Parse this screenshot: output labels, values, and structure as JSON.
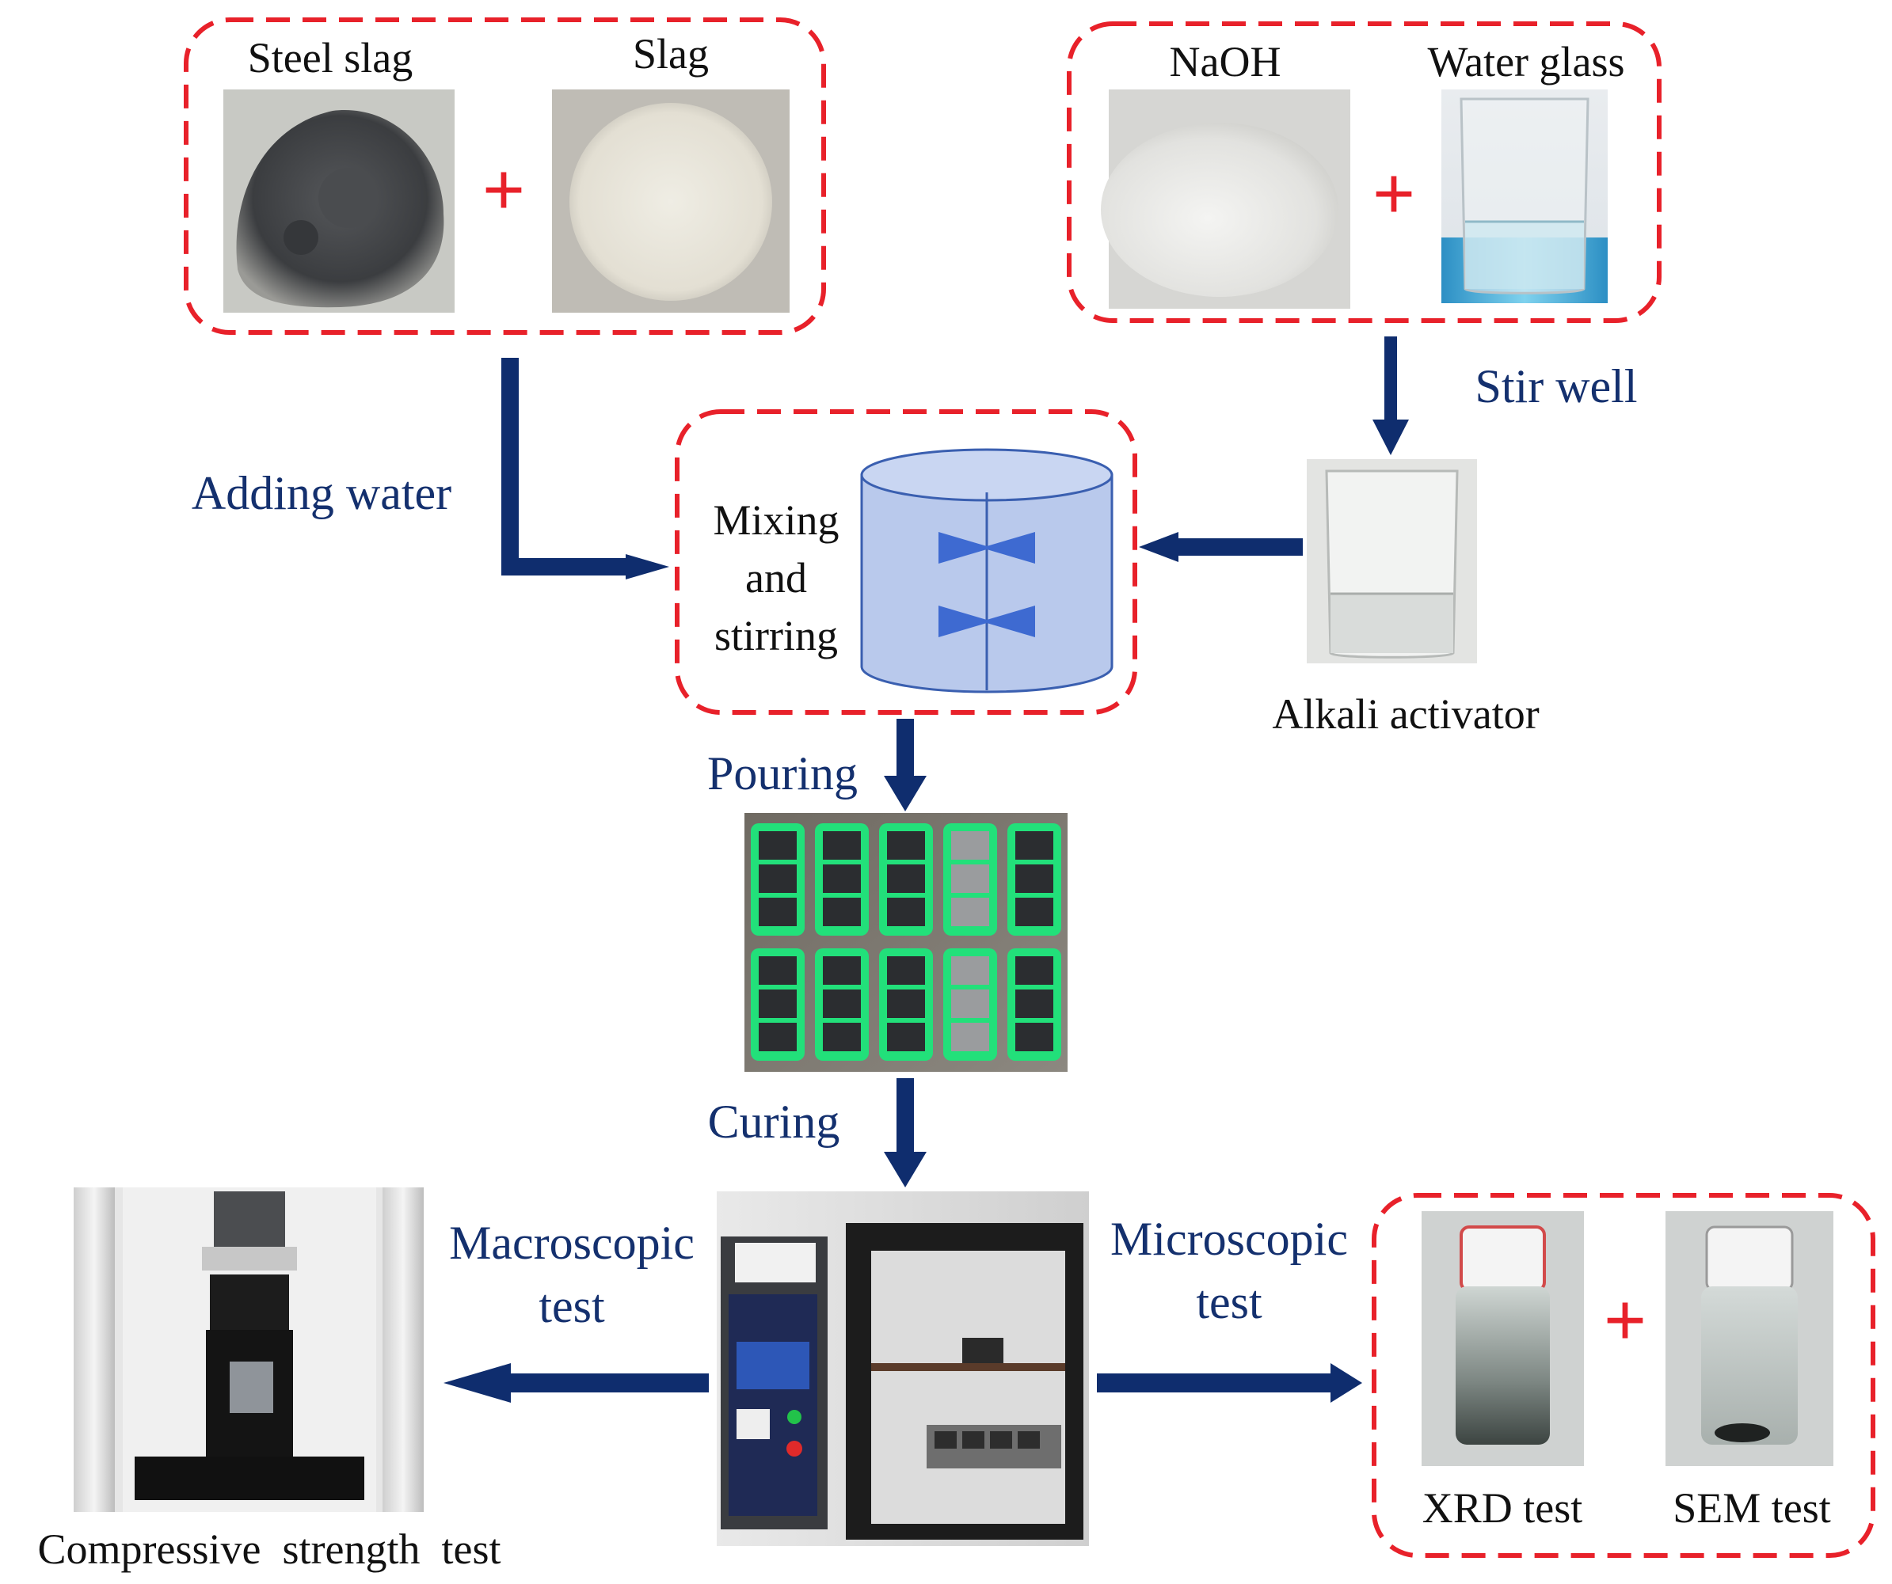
{
  "colors": {
    "dashed_border": "#e8212a",
    "plus_sign": "#e8212a",
    "arrow": "#0f2d6e",
    "step_label": "#14306e",
    "material_label": "#111111",
    "mixer_fill": "#b9c9ec",
    "mixer_stroke": "#3a5fb0",
    "mold_green": "#22e07a"
  },
  "raw_materials": {
    "steel_slag": "Steel slag",
    "slag": "Slag",
    "plus": "+"
  },
  "activator_materials": {
    "naoh": "NaOH",
    "water_glass": "Water glass",
    "plus": "+"
  },
  "steps": {
    "stir_well": "Stir well",
    "adding_water": "Adding water",
    "pouring": "Pouring",
    "curing": "Curing",
    "macroscopic": [
      "Macroscopic",
      "test"
    ],
    "microscopic": [
      "Microscopic",
      "test"
    ]
  },
  "mixer": {
    "label_lines": [
      "Mixing",
      "and",
      "stirring"
    ]
  },
  "alkali_activator": "Alkali activator",
  "micro_tests": {
    "xrd": "XRD test",
    "sem": "SEM test",
    "plus": "+"
  },
  "compressive_strength": "Compressive  strength  test",
  "icons": [
    "powder-photo",
    "beaker-photo",
    "mixer-icon",
    "mold-photo",
    "curing-chamber-photo",
    "press-machine-photo",
    "vial-photo"
  ]
}
